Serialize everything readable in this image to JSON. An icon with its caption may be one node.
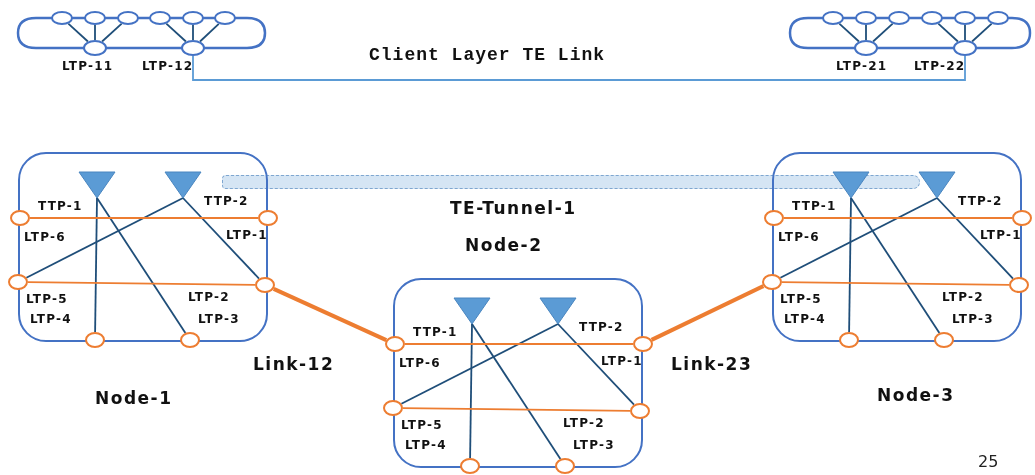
{
  "diagram": {
    "nodes": [
      {
        "text": [],
        "shape": "circle"
      },
      {
        "text": [],
        "shape": "circle"
      },
      {
        "text": [],
        "shape": "circle"
      },
      {
        "text": [],
        "shape": "circle"
      },
      {
        "text": [],
        "shape": "circle"
      },
      {
        "text": [],
        "shape": "circle"
      },
      {
        "text": [],
        "shape": "circle",
        "beside": [
          "LTP-11"
        ]
      },
      {
        "text": [],
        "shape": "circle",
        "beside": [
          "LTP-12"
        ]
      },
      {
        "text": [],
        "shape": "circle"
      },
      {
        "text": [],
        "shape": "circle"
      },
      {
        "text": [],
        "shape": "circle"
      },
      {
        "text": [],
        "shape": "circle"
      },
      {
        "text": [],
        "shape": "circle"
      },
      {
        "text": [],
        "shape": "circle"
      },
      {
        "text": [],
        "shape": "circle",
        "beside": [
          "LTP-21"
        ]
      },
      {
        "text": [],
        "shape": "circle",
        "beside": [
          "LTP-22"
        ]
      },
      {
        "text": [
          "TE-Tunnel-1"
        ]
      },
      {
        "text": [
          "Node-1"
        ]
      },
      {
        "text": [],
        "shape": "triangle",
        "beside": [
          "TTP-1"
        ],
        "in": 17
      },
      {
        "text": [],
        "shape": "triangle",
        "beside": [
          "TTP-2"
        ],
        "in": 17
      },
      {
        "text": [],
        "shape": "circle",
        "beside": [
          "LTP-6"
        ],
        "in": 17
      },
      {
        "text": [],
        "shape": "circle",
        "beside": [
          "LTP-1"
        ],
        "in": 17
      },
      {
        "text": [],
        "shape": "circle",
        "beside": [
          "LTP-5"
        ],
        "in": 17
      },
      {
        "text": [],
        "shape": "circle",
        "beside": [
          "LTP-2"
        ],
        "in": 17
      },
      {
        "text": [],
        "shape": "circle",
        "beside": [
          "LTP-4"
        ],
        "in": 17
      },
      {
        "text": [],
        "shape": "circle",
        "beside": [
          "LTP-3"
        ],
        "in": 17
      },
      {
        "text": [
          "Node-2"
        ]
      },
      {
        "text": [],
        "shape": "triangle",
        "beside": [
          "TTP-1"
        ],
        "in": 26
      },
      {
        "text": [],
        "shape": "triangle",
        "beside": [
          "TTP-2"
        ],
        "in": 26
      },
      {
        "text": [],
        "shape": "circle",
        "beside": [
          "LTP-6"
        ],
        "in": 26
      },
      {
        "text": [],
        "shape": "circle",
        "beside": [
          "LTP-1"
        ],
        "in": 26
      },
      {
        "text": [],
        "shape": "circle",
        "beside": [
          "LTP-5"
        ],
        "in": 26
      },
      {
        "text": [],
        "shape": "circle",
        "beside": [
          "LTP-2"
        ],
        "in": 26
      },
      {
        "text": [],
        "shape": "circle",
        "beside": [
          "LTP-4"
        ],
        "in": 26
      },
      {
        "text": [],
        "shape": "circle",
        "beside": [
          "LTP-3"
        ],
        "in": 26
      },
      {
        "text": [
          "Node-3"
        ]
      },
      {
        "text": [],
        "shape": "triangle",
        "beside": [
          "TTP-1"
        ],
        "in": 35
      },
      {
        "text": [],
        "shape": "triangle",
        "beside": [
          "TTP-2"
        ],
        "in": 35
      },
      {
        "text": [],
        "shape": "circle",
        "beside": [
          "LTP-6"
        ],
        "in": 35
      },
      {
        "text": [],
        "shape": "circle",
        "beside": [
          "LTP-1"
        ],
        "in": 35
      },
      {
        "text": [],
        "shape": "circle",
        "beside": [
          "LTP-5"
        ],
        "in": 35
      },
      {
        "text": [],
        "shape": "circle",
        "beside": [
          "LTP-2"
        ],
        "in": 35
      },
      {
        "text": [],
        "shape": "circle",
        "beside": [
          "LTP-4"
        ],
        "in": 35
      },
      {
        "text": [],
        "shape": "circle",
        "beside": [
          "LTP-3"
        ],
        "in": 35
      }
    ],
    "edges": [
      {
        "from": 0,
        "to": 6,
        "arrow": "none"
      },
      {
        "from": 1,
        "to": 6,
        "arrow": "none"
      },
      {
        "from": 2,
        "to": 6,
        "arrow": "none"
      },
      {
        "from": 3,
        "to": 7,
        "arrow": "none"
      },
      {
        "from": 4,
        "to": 7,
        "arrow": "none"
      },
      {
        "from": 5,
        "to": 7,
        "arrow": "none"
      },
      {
        "from": 8,
        "to": 14,
        "arrow": "none"
      },
      {
        "from": 9,
        "to": 14,
        "arrow": "none"
      },
      {
        "from": 10,
        "to": 14,
        "arrow": "none"
      },
      {
        "from": 11,
        "to": 15,
        "arrow": "none"
      },
      {
        "from": 12,
        "to": 15,
        "arrow": "none"
      },
      {
        "from": 13,
        "to": 15,
        "arrow": "none"
      },
      {
        "from": 7,
        "to": 15,
        "arrow": "none",
        "label": "Client Layer TE Link",
        "color": "#5b9bd5"
      },
      {
        "from": 18,
        "to": 24,
        "arrow": "none"
      },
      {
        "from": 18,
        "to": 25,
        "arrow": "none"
      },
      {
        "from": 19,
        "to": 22,
        "arrow": "none"
      },
      {
        "from": 19,
        "to": 23,
        "arrow": "none"
      },
      {
        "from": 20,
        "to": 21,
        "arrow": "none",
        "color": "#ed7d31"
      },
      {
        "from": 22,
        "to": 23,
        "arrow": "none",
        "color": "#ed7d31"
      },
      {
        "from": 27,
        "to": 33,
        "arrow": "none"
      },
      {
        "from": 27,
        "to": 34,
        "arrow": "none"
      },
      {
        "from": 28,
        "to": 31,
        "arrow": "none"
      },
      {
        "from": 28,
        "to": 32,
        "arrow": "none"
      },
      {
        "from": 29,
        "to": 30,
        "arrow": "none",
        "color": "#ed7d31"
      },
      {
        "from": 31,
        "to": 32,
        "arrow": "none",
        "color": "#ed7d31"
      },
      {
        "from": 36,
        "to": 42,
        "arrow": "none"
      },
      {
        "from": 36,
        "to": 43,
        "arrow": "none"
      },
      {
        "from": 37,
        "to": 40,
        "arrow": "none"
      },
      {
        "from": 37,
        "to": 41,
        "arrow": "none"
      },
      {
        "from": 38,
        "to": 39,
        "arrow": "none",
        "color": "#ed7d31"
      },
      {
        "from": 40,
        "to": 41,
        "arrow": "none",
        "color": "#ed7d31"
      },
      {
        "from": 23,
        "to": 29,
        "arrow": "none",
        "label": "Link-12",
        "style": "thick",
        "color": "#ed7d31"
      },
      {
        "from": 30,
        "to": 40,
        "arrow": "none",
        "label": "Link-23",
        "style": "thick",
        "color": "#ed7d31"
      }
    ],
    "labels": [
      "25"
    ]
  }
}
